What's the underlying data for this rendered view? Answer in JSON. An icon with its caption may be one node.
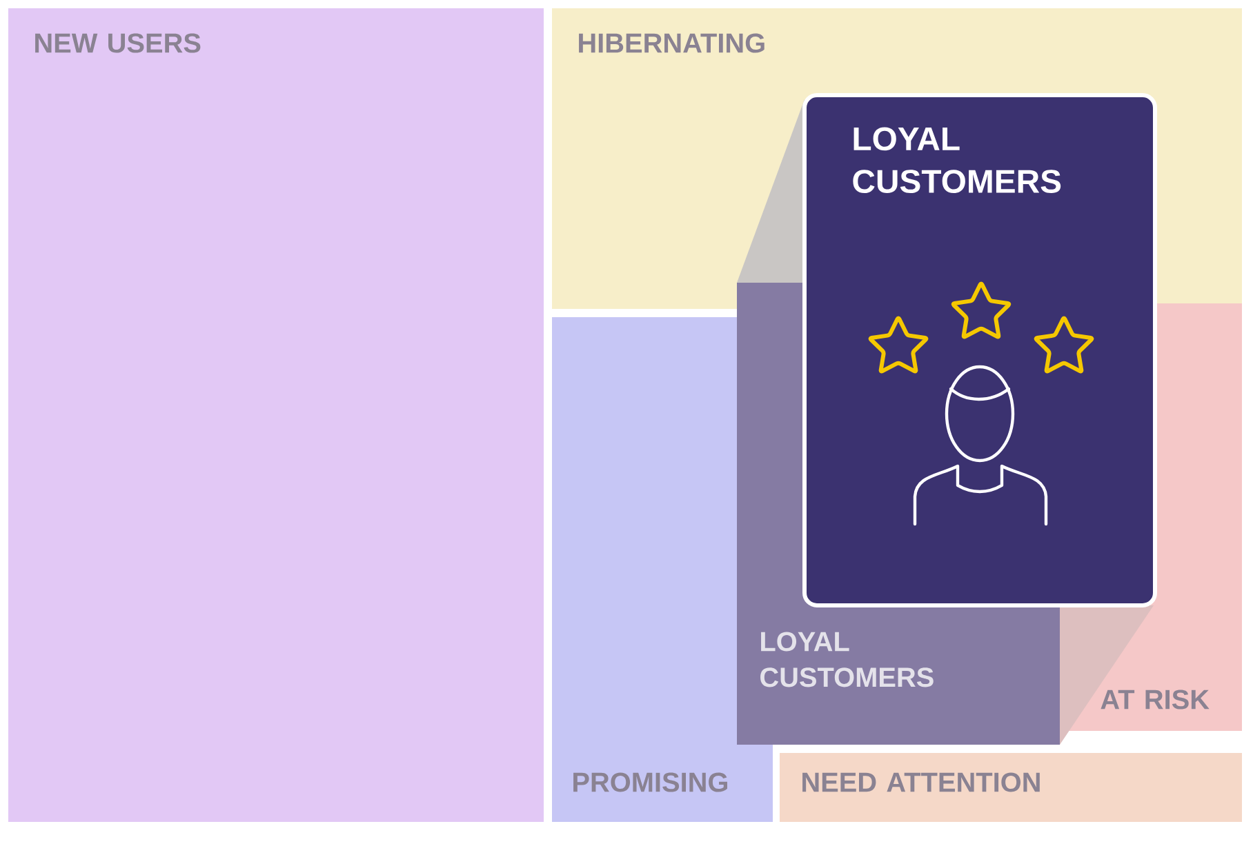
{
  "diagram": {
    "nodes": [
      {
        "text": [
          "NEW USERS"
        ]
      },
      {
        "text": [
          "HIBERNATING"
        ]
      },
      {
        "text": [
          "PROMISING"
        ]
      },
      {
        "text": [
          "AT RISK"
        ]
      },
      {
        "text": [
          "NEED ATTENTION"
        ]
      },
      {
        "text": [
          "LOYAL CUSTOMERS"
        ]
      },
      {
        "text": [
          "LOYAL CUSTOMERS"
        ]
      }
    ]
  }
}
